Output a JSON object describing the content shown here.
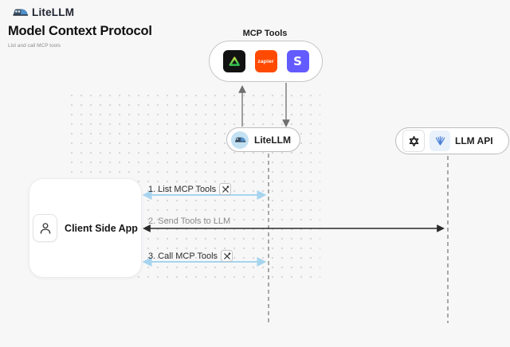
{
  "header": {
    "brand": "LiteLLM"
  },
  "title": "Model Context Protocol",
  "subtitle": "List and call MCP tools",
  "mcp_tools": {
    "label": "MCP Tools",
    "items": [
      {
        "id": "triangle-tool",
        "label": ""
      },
      {
        "id": "zapier-tool",
        "label": "zapier"
      },
      {
        "id": "stripe-tool",
        "label": "S"
      }
    ]
  },
  "nodes": {
    "litellm": {
      "label": "LiteLLM"
    },
    "llm_api": {
      "label": "LLM API"
    },
    "client": {
      "label": "Client Side App"
    }
  },
  "steps": [
    {
      "label": "1. List MCP Tools",
      "has_tools_icon": true,
      "arrow_color": "#a6d4ee"
    },
    {
      "label": "2. Send Tools to LLM",
      "has_tools_icon": false,
      "arrow_color": "#2a2a2a"
    },
    {
      "label": "3. Call MCP Tools",
      "has_tools_icon": true,
      "arrow_color": "#a6d4ee"
    }
  ],
  "colors": {
    "background": "#f7f7f8",
    "blue_arrow": "#a6d4ee",
    "dark_arrow": "#2a2a2a",
    "gray_arrow": "#6f6f6f",
    "lifeline": "#a8a8a8",
    "zapier_orange": "#ff4a00",
    "stripe_purple": "#635bff",
    "tool_black": "#121212",
    "triangle_green": "#2fbf4f",
    "triangle_yellow": "#d9e94a"
  }
}
